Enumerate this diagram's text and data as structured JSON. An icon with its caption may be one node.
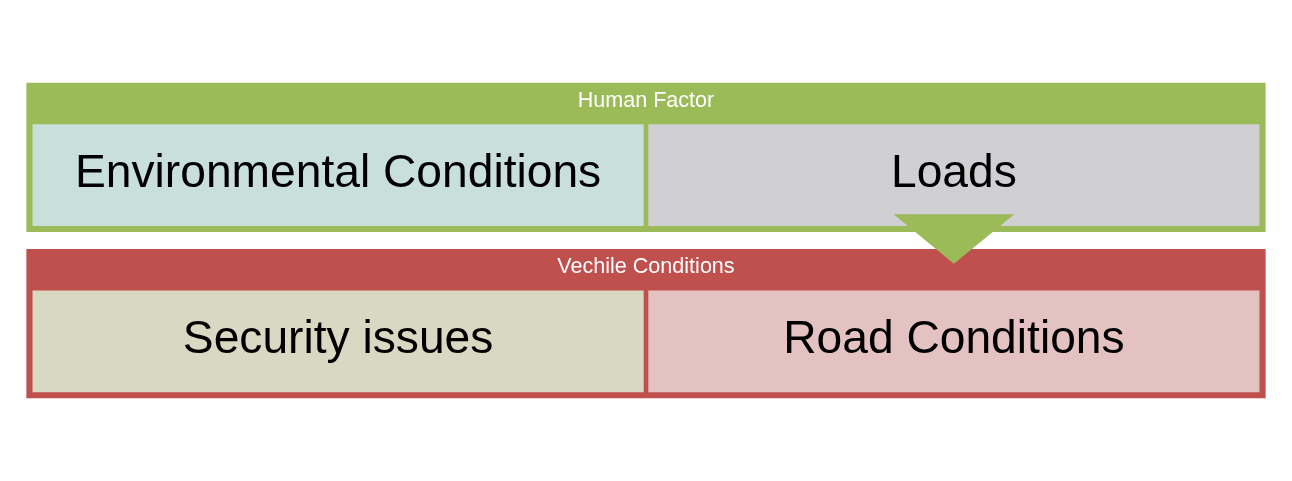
{
  "diagram": {
    "nodes": [
      {
        "text": [
          "Human Factor"
        ]
      },
      {
        "text": [
          "Loads"
        ],
        "in": 0
      },
      {
        "text": [
          "Environmental Conditions"
        ],
        "in": 0
      },
      {
        "text": [
          "Vechile Conditions"
        ]
      },
      {
        "text": [
          "Road Conditions"
        ],
        "in": 3
      },
      {
        "text": [
          "Security issues"
        ],
        "in": 3
      }
    ],
    "edges": [
      {
        "from": 0,
        "to": 3,
        "arrow": "to",
        "style": "thick"
      }
    ]
  }
}
